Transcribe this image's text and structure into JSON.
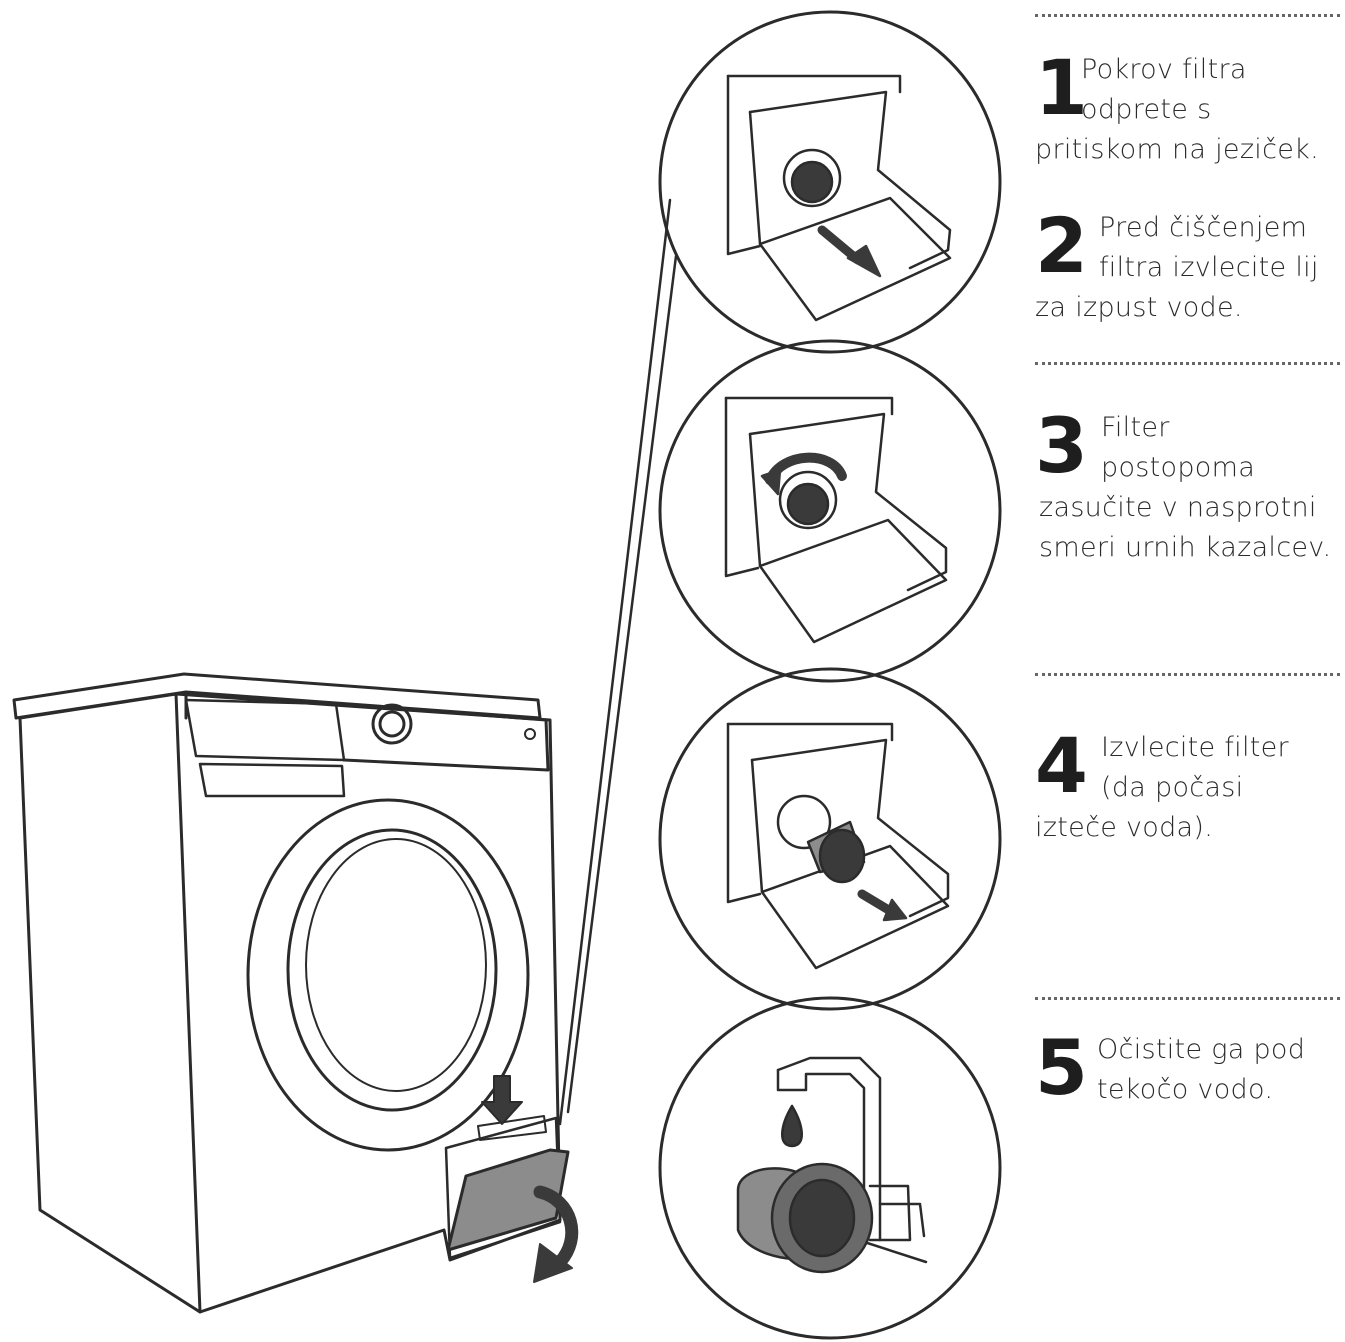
{
  "steps": [
    {
      "number": "1",
      "lines": [
        "Pokrov filtra",
        "odprete s",
        "pritiskom na jeziček."
      ]
    },
    {
      "number": "2",
      "lines": [
        "Pred čiščenjem",
        "filtra izvlecite lij",
        "za izpust vode."
      ]
    },
    {
      "number": "3",
      "lines": [
        "Filter",
        "postopoma",
        "zasučite v nasprotni",
        "smeri urnih kazalcev."
      ]
    },
    {
      "number": "4",
      "lines": [
        "Izvlecite filter",
        "(da počasi",
        "izteče voda)."
      ]
    },
    {
      "number": "5",
      "lines": [
        "Očistite ga pod",
        "tekočo vodo."
      ]
    }
  ],
  "colors": {
    "line": "#2b2b2b",
    "fill_dark": "#3a3a3a",
    "fill_grey": "#8c8c8c",
    "separator": "#666666"
  }
}
